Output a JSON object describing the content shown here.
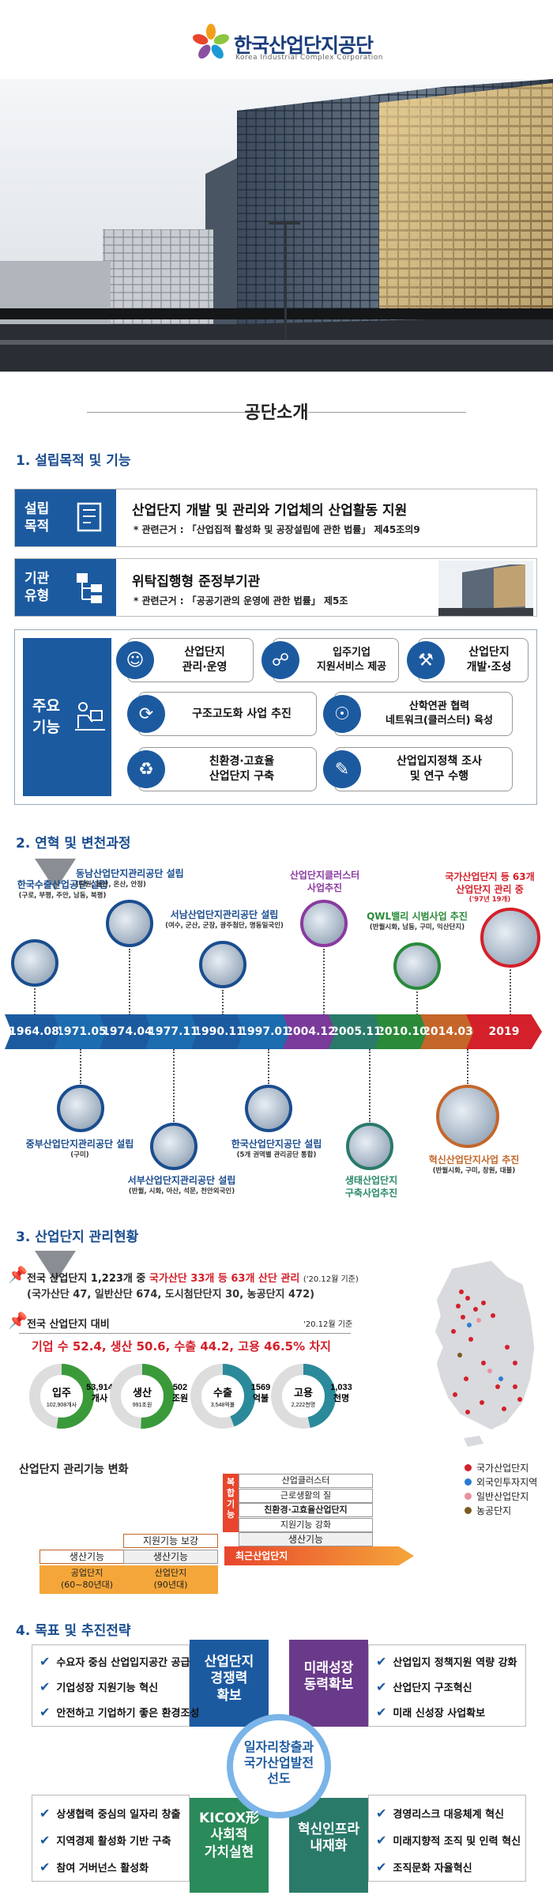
{
  "logo": {
    "name": "한국산업단지공단",
    "subtitle": "Korea Industrial Complex Corporation"
  },
  "page_title": "공단소개",
  "section1": {
    "heading": "1. 설립목적 및 기능",
    "purpose": {
      "tag1": "설립",
      "tag2": "목적",
      "main": "산업단지 개발 및 관리와 기업체의 산업활동 지원",
      "sub": "* 관련근거 : 「산업집적 활성화 및 공장설립에 관한 법률」 제45조의9"
    },
    "type": {
      "tag1": "기관",
      "tag2": "유형",
      "main": "위탁집행형 준정부기관",
      "sub": "* 관련근거 : 「공공기관의 운영에 관한 법률」 제5조"
    },
    "functions": {
      "tag1": "주요",
      "tag2": "기능",
      "items": [
        "산업단지\n관리·운영",
        "입주기업\n지원서비스 제공",
        "산업단지\n개발·조성",
        "구조고도화 사업 추진",
        "산학연관 협력\n네트워크(클러스터) 육성",
        "친환경·고효율\n산업단지 구축",
        "산업입지정책 조사\n및 연구 수행"
      ]
    }
  },
  "section2": {
    "heading": "2. 연혁 및 변천과정",
    "years": [
      "1964.08",
      "1971.05",
      "1974.04",
      "1977.11",
      "1990.11",
      "1997.01",
      "2004.12",
      "2005.11",
      "2010.10",
      "2014.03",
      "2019"
    ],
    "top_events": [
      {
        "title": "한국수출산업공단 설립",
        "sub": "(구로, 부평, 주안, 남동, 북평)"
      },
      {
        "title": "동남산업단지관리공단 설립",
        "sub": "(창원, 울산, 온산, 안정)"
      },
      {
        "title": "서남산업단지관리공단 설립",
        "sub": "(여수, 군산, 군장, 광주첨단, 명동일국인)"
      },
      {
        "title": "산업단지클러스터\n사업추진",
        "sub": ""
      },
      {
        "title": "QWL밸리 시범사업 추진",
        "sub": "(반월시화, 남동, 구미, 익산단지)"
      },
      {
        "title": "국가산업단지 등 63개\n산업단지 관리 중",
        "sub": "('97년 19개)"
      }
    ],
    "bottom_events": [
      {
        "title": "중부산업단지관리공단 설립",
        "sub": "(구미)"
      },
      {
        "title": "서부산업단지관리공단 설립",
        "sub": "(반월, 시화, 아산, 석문, 천안외국인)"
      },
      {
        "title": "한국산업단지공단 설립",
        "sub": "(5개 권역별 관리공단 통합)"
      },
      {
        "title": "생태산업단지\n구축사업추진",
        "sub": ""
      },
      {
        "title": "혁신산업단지사업 추진",
        "sub": "(반월시화, 구미, 창원, 대불)"
      }
    ]
  },
  "section3": {
    "heading": "3. 산업단지 관리현황",
    "line1_a": "전국 산업단지 1,223개 중",
    "line1_b": "국가산단 33개 등 63개 산단 관리",
    "line1_c": "('20.12월 기준)",
    "line2": "(국가산단 47, 일반산단 674, 도시첨단단지 30, 농공단지 472)",
    "compare_title": "전국 산업단지 대비",
    "compare_date": "'20.12월 기준",
    "compare_red": "기업 수 52.4, 생산 50.6, 수출 44.2, 고용 46.5% 차지",
    "donuts": [
      {
        "label": "입주",
        "sub": "102,908개사",
        "value": "53,914",
        "unit": "개사",
        "pct": 52.4,
        "color": "#3a9a3a"
      },
      {
        "label": "생산",
        "sub": "991조원",
        "value": "502",
        "unit": "조원",
        "pct": 50.6,
        "color": "#3a9a3a"
      },
      {
        "label": "수출",
        "sub": "3,548억불",
        "value": "1569",
        "unit": "억불",
        "pct": 44.2,
        "color": "#2a8a9a"
      },
      {
        "label": "고용",
        "sub": "2,222천명",
        "value": "1,033",
        "unit": "천명",
        "pct": 46.5,
        "color": "#2a8a9a"
      }
    ],
    "legend": [
      {
        "label": "국가산업단지",
        "color": "#d4202a"
      },
      {
        "label": "외국인투자지역",
        "color": "#2a7ad4"
      },
      {
        "label": "일반산업단지",
        "color": "#e890a0"
      },
      {
        "label": "농공단지",
        "color": "#7a5a20"
      }
    ],
    "change_title": "산업단지 관리기능 변화",
    "stage1_top": "생산기능",
    "stage1_bottom": "공업단지\n(60~80년대)",
    "stage2_top": "지원기능 보강",
    "stage2_mid": "생산기능",
    "stage2_bottom": "산업단지\n(90년대)",
    "stage3_side": "복합기능",
    "stage3_items": [
      "산업클러스터",
      "근로생활의 질",
      "친환경·고효율산업단지",
      "지원기능 강화"
    ],
    "stage3_base": "생산기능",
    "stage3_arrow": "최근산업단지"
  },
  "section4": {
    "heading": "4. 목표 및 추진전략",
    "q1": [
      "수요자 중심 산업입지공간 공급",
      "기업성장 지원기능 혁신",
      "안전하고 기업하기 좋은 환경조성"
    ],
    "q2": [
      "산업입지 정책지원 역량 강화",
      "산업단지 구조혁신",
      "미래 신성장 사업확보"
    ],
    "q3": [
      "상생협력 중심의 일자리 창출",
      "지역경제 활성화 기반 구축",
      "참여 거버넌스 활성화"
    ],
    "q4": [
      "경영리스크 대응체계 혁신",
      "미래지향적 조직 및 인력 혁신",
      "조직문화 자율혁신"
    ],
    "d1": "산업단지\n경쟁력\n확보",
    "d2": "미래성장\n동력확보",
    "d3": "KICOX形\n사회적\n가치실현",
    "d4": "혁신인프라\n내재화",
    "center": "일자리창출과\n국가산업발전\n선도"
  }
}
